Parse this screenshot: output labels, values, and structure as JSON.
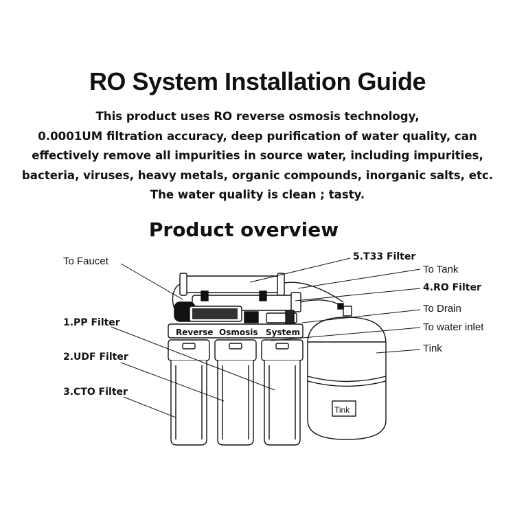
{
  "title": "RO System Installation Guide",
  "description": [
    "This product uses RO reverse osmosis technology,",
    "0.0001UM filtration accuracy, deep purification of water quality, can",
    "effectively remove all impurities in source water, including impurities,",
    "bacteria, viruses, heavy metals, organic compounds, inorganic salts, etc.",
    "The water quality is clean ; tasty."
  ],
  "overview_title": "Product overview",
  "labels": {
    "to_faucet": "To Faucet",
    "t33_filter": "5.T33 Filter",
    "to_tank": "To Tank",
    "ro_filter": "4.RO Filter",
    "to_drain": "To Drain",
    "to_water_inlet": "To water inlet",
    "tink": "Tink",
    "pp_filter": "1.PP Filter",
    "udf_filter": "2.UDF Filter",
    "cto_filter": "3.CTO Filter"
  },
  "bracket_text": [
    "Reverse",
    "Osmosis",
    "System"
  ],
  "tank_label": "Tink"
}
